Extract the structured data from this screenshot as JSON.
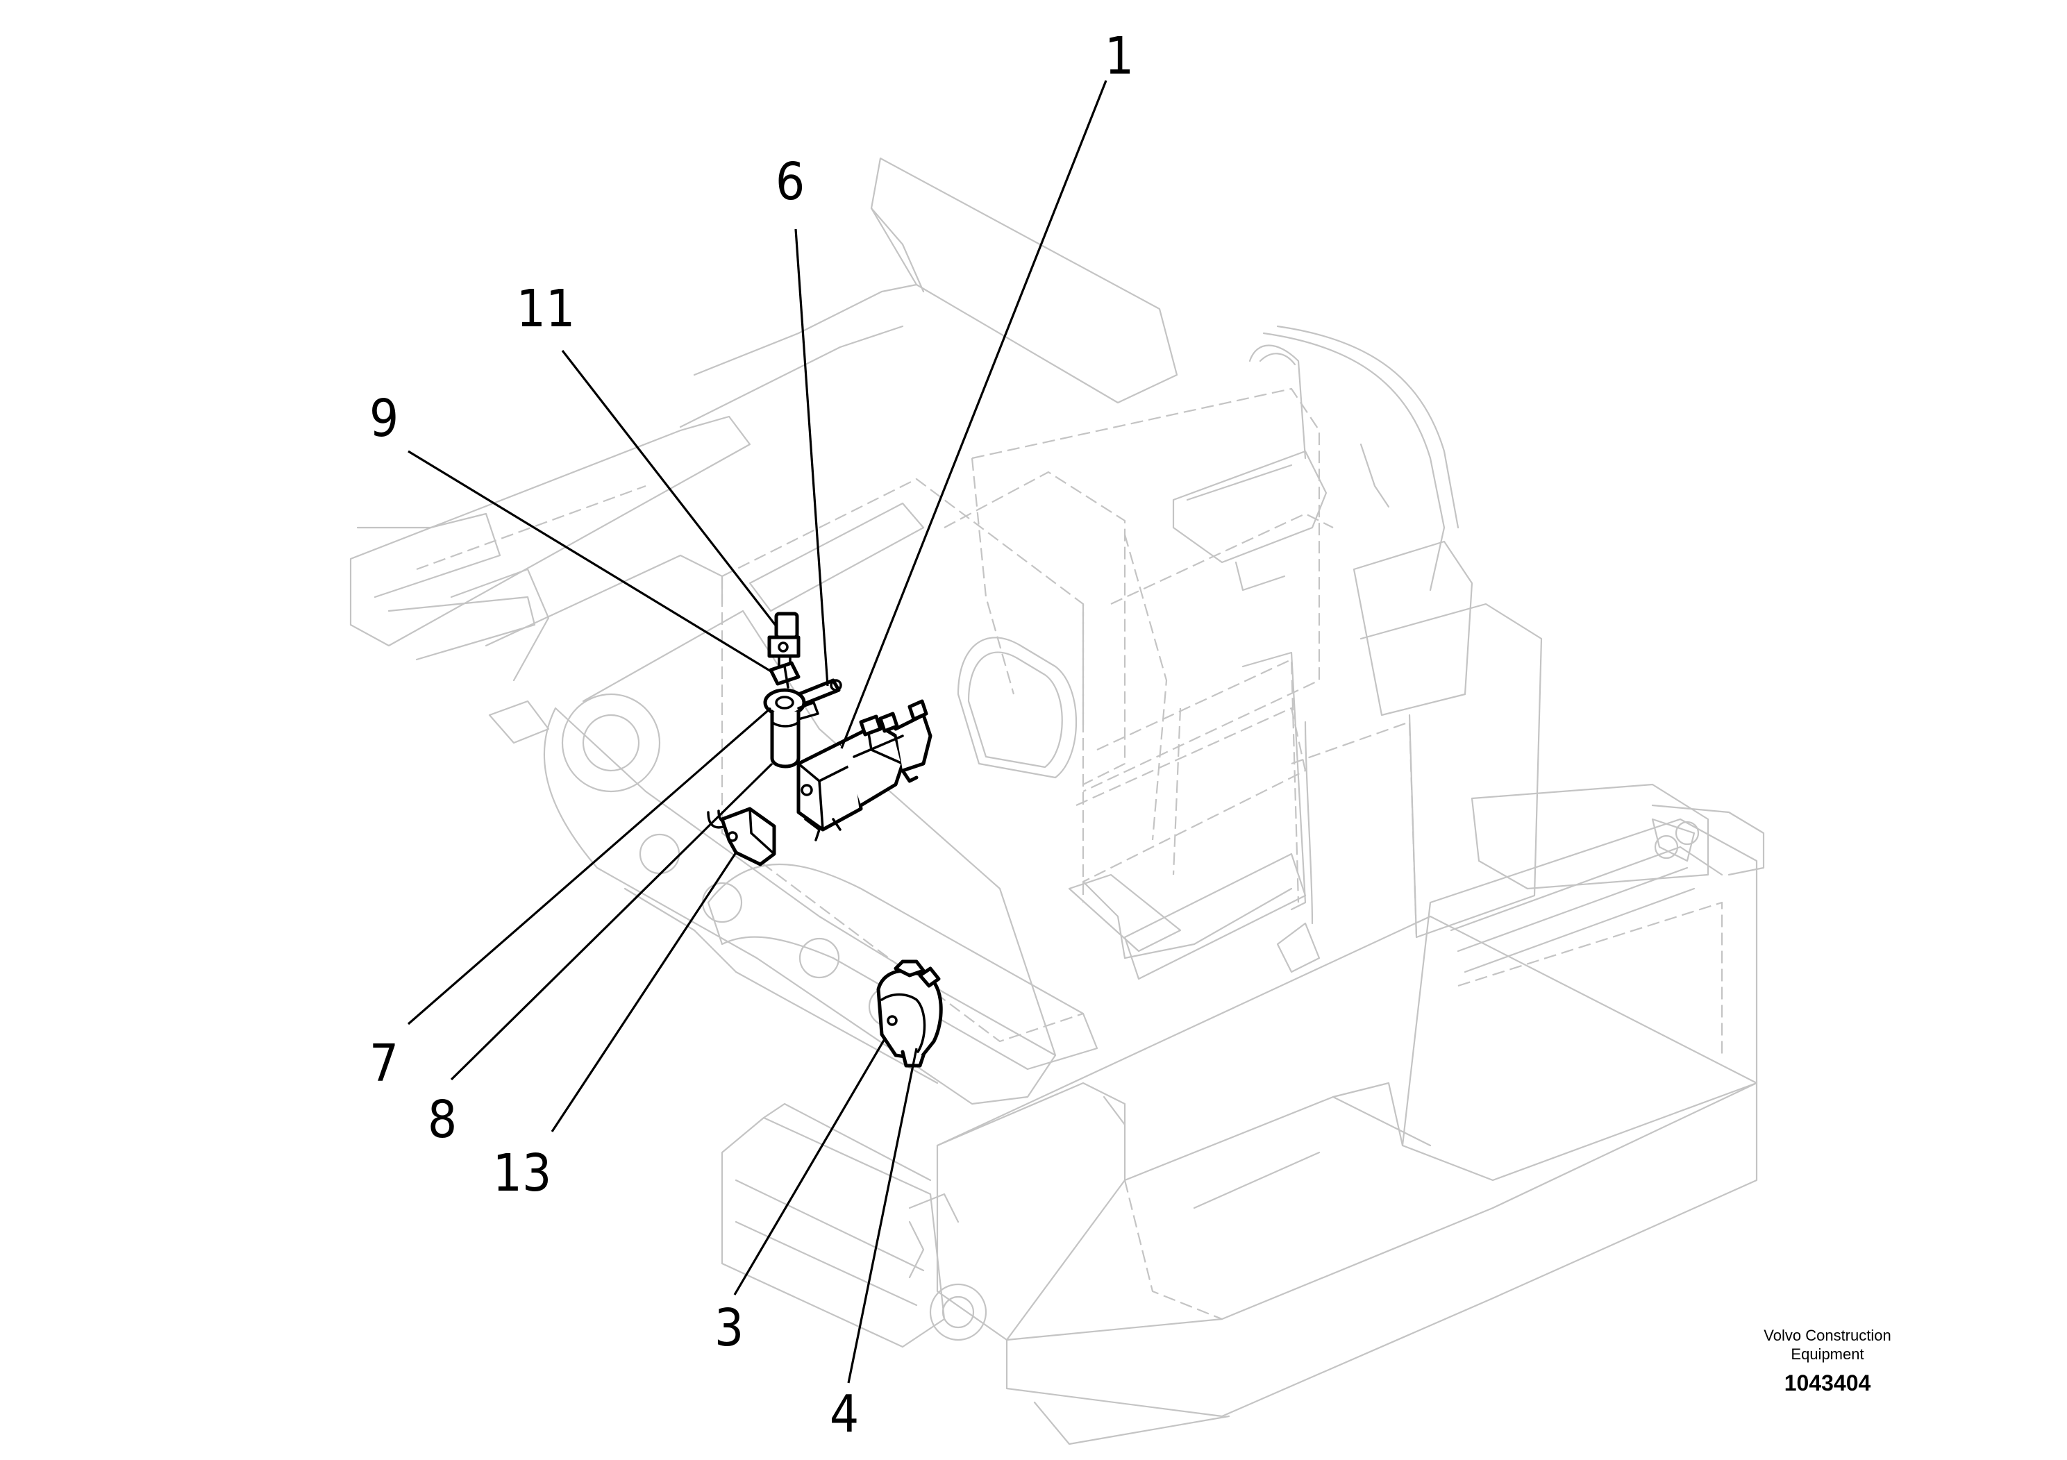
{
  "callouts": [
    "1",
    "6",
    "11",
    "9",
    "7",
    "8",
    "13",
    "3",
    "4"
  ],
  "credit": {
    "line1": "Volvo Construction",
    "line2": "Equipment",
    "number": "1043404"
  }
}
